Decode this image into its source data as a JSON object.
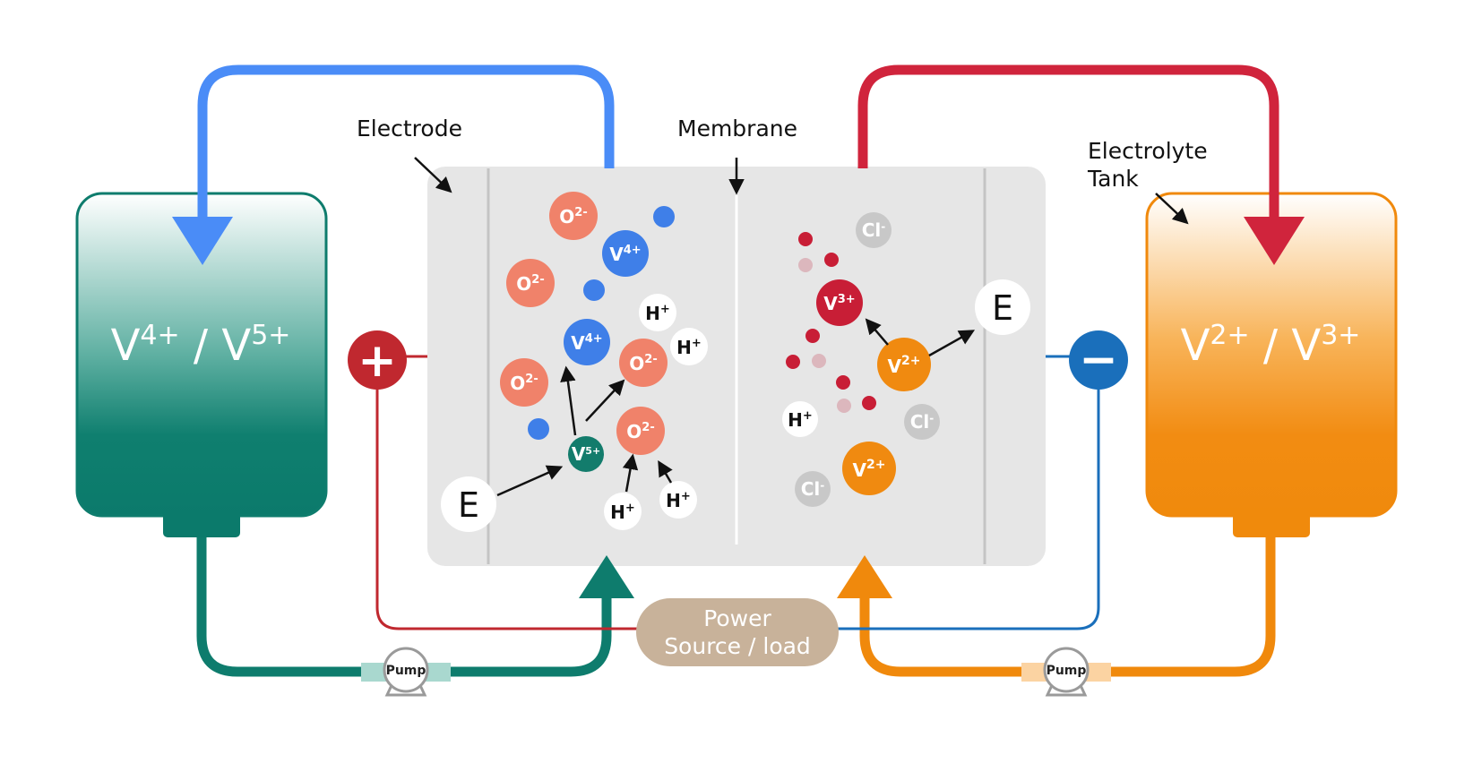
{
  "labels": {
    "electrode": "Electrode",
    "membrane": "Membrane",
    "electrolyte_tank_line1": "Electrolyte",
    "electrolyte_tank_line2": "Tank",
    "power_line1": "Power",
    "power_line2": "Source / load",
    "pump_left": "Pump",
    "pump_right": "Pump",
    "plus": "+",
    "minus": "−"
  },
  "tanks": {
    "left": {
      "v1": "V",
      "s1": "4+",
      "sep": " / ",
      "v2": "V",
      "s2": "5+"
    },
    "right": {
      "v1": "V",
      "s1": "2+",
      "sep": " / ",
      "v2": "V",
      "s2": "3+"
    }
  },
  "ions": {
    "oxide": {
      "base": "O",
      "sup": "2-"
    },
    "v4": {
      "base": "V",
      "sup": "4+"
    },
    "v5": {
      "base": "V",
      "sup": "5+"
    },
    "v3": {
      "base": "V",
      "sup": "3+"
    },
    "v2": {
      "base": "V",
      "sup": "2+"
    },
    "proton": {
      "base": "H",
      "sup": "+"
    },
    "chloride": {
      "base": "Cl",
      "sup": "-"
    },
    "electron": "E"
  },
  "colors": {
    "blue_pipe": "#4a8cf7",
    "red_pipe": "#d0243c",
    "teal": "#0e7c6d",
    "orange": "#f0890c",
    "plus_circle": "#c0282f",
    "minus_circle": "#1a6fbb",
    "power_source": "#c8b29a",
    "cell_bg": "#e6e6e6",
    "oxide": "#f0826a",
    "v4": "#3f7fe8",
    "v5": "#137c6c",
    "v3": "#c81e36",
    "v2": "#f08a10",
    "chloride": "#c8c8c8"
  }
}
